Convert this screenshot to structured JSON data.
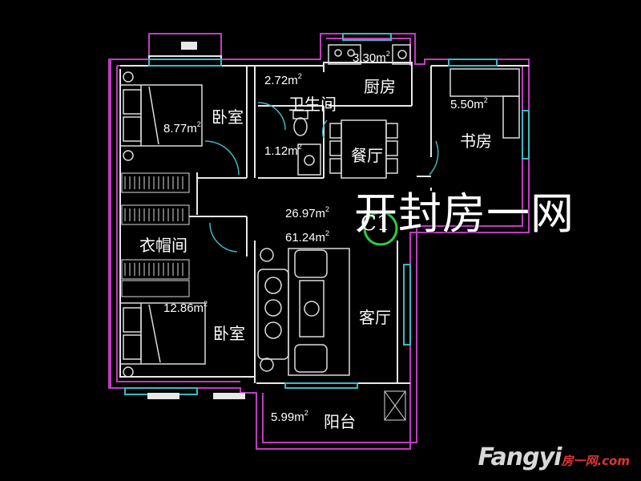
{
  "rooms": {
    "bedroom_top": {
      "label": "卧室",
      "area": "8.77m",
      "unit_sup": "2"
    },
    "bathroom": {
      "label": "卫生间",
      "area": "2.72m",
      "unit_sup": "2"
    },
    "bathroom_small": {
      "area": "1.12m",
      "unit_sup": "2"
    },
    "kitchen": {
      "label": "厨房",
      "area": "3.30m",
      "unit_sup": "2"
    },
    "study": {
      "label": "书房",
      "area": "5.50m",
      "unit_sup": "2"
    },
    "dining": {
      "label": "餐厅"
    },
    "living": {
      "label": "客厅",
      "area_a": "26.97m",
      "area_b": "61.24m",
      "unit_sup": "2"
    },
    "closet": {
      "label": "衣帽间"
    },
    "bedroom_bottom": {
      "label": "卧室",
      "area": "12.86m",
      "unit_sup": "2"
    },
    "balcony": {
      "label": "阳台",
      "area": "5.99m",
      "unit_sup": "2"
    }
  },
  "watermark": "开封房一网",
  "tag": "C1",
  "logo": {
    "main": "Fangyi",
    "side": "房一网",
    "sub": ".com"
  },
  "colors": {
    "background": "#000000",
    "outer_wall": "#c03cc0",
    "inner_wall": "#e8e8e8",
    "window": "#3fb8c0",
    "furniture": "#dcdcdc",
    "tag_circle": "#2ecc40"
  }
}
